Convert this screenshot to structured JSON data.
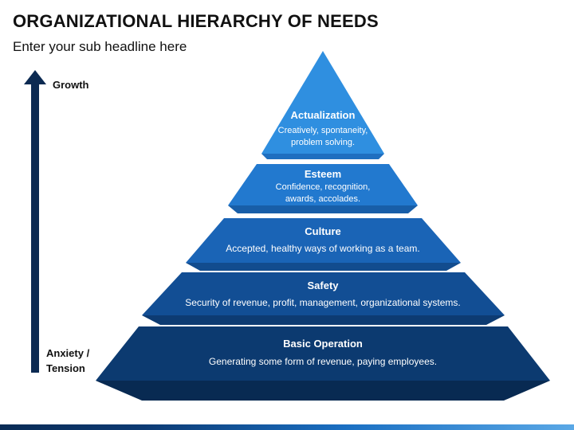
{
  "header": {
    "title": "ORGANIZATIONAL HIERARCHY OF NEEDS",
    "subtitle": "Enter your sub headline here"
  },
  "scale": {
    "top_label": "Growth",
    "bottom_label_line1": "Anxiety /",
    "bottom_label_line2": "Tension",
    "arrow_color": "#0c2a52"
  },
  "tiers": [
    {
      "title": "Actualization",
      "desc_line1": "Creatively, spontaneity,",
      "desc_line2": "problem solving.",
      "color": "#2f8fe0"
    },
    {
      "title": "Esteem",
      "desc_line1": "Confidence, recognition,",
      "desc_line2": "awards, accolades.",
      "color": "#2279cf"
    },
    {
      "title": "Culture",
      "desc_line1": "Accepted, healthy ways of working as a team.",
      "color": "#1a64b6"
    },
    {
      "title": "Safety",
      "desc_line1": "Security of revenue, profit, management, organizational systems.",
      "color": "#124e94"
    },
    {
      "title": "Basic Operation",
      "desc_line1": "Generating some form of revenue, paying employees.",
      "color": "#0c3a70"
    }
  ]
}
